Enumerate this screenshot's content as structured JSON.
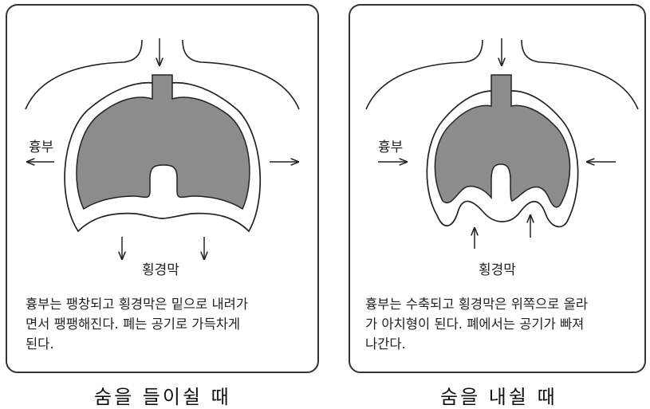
{
  "panels": [
    {
      "label_chest": "흉부",
      "label_diaphragm": "횡경막",
      "description": "흉부는 팽창되고 횡경막은 밑으로 내려가\n면서 팽팽해진다. 폐는 공기로 가득차게\n된다.",
      "caption": "숨을 들이쉴 때"
    },
    {
      "label_chest": "흉부",
      "label_diaphragm": "횡경막",
      "description": "흉부는 수축되고 횡경막은 위쪽으로 올라\n가 아치형이 된다. 폐에서는 공기가 빠져\n나간다.",
      "caption": "숨을 내쉴 때"
    }
  ],
  "colors": {
    "lung_fill": "#8c8c8c",
    "outline": "#222222"
  }
}
